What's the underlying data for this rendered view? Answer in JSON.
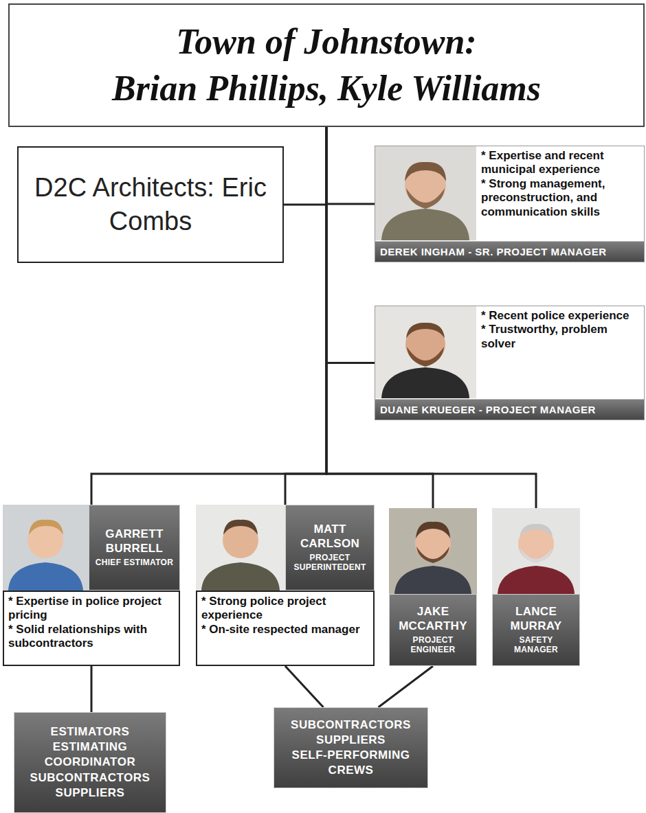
{
  "diagram": {
    "nodes": [
      {
        "text": [
          "Town of Johnstown:",
          "Brian Phillips, Kyle Williams"
        ]
      },
      {
        "text": [
          "D2C Architects: Eric Combs"
        ]
      },
      {
        "text": [
          "* Expertise and recent municipal experience",
          "* Strong management, preconstruction, and communication skills",
          "DEREK INGHAM - SR. PROJECT MANAGER"
        ]
      },
      {
        "text": [
          "* Recent police experience",
          "* Trustworthy, problem solver",
          "DUANE KRUEGER - PROJECT MANAGER"
        ]
      },
      {
        "text": [
          "GARRETT BURRELL",
          "CHIEF ESTIMATOR",
          "* Expertise in police project pricing",
          "* Solid relationships with subcontractors"
        ]
      },
      {
        "text": [
          "MATT CARLSON",
          "PROJECT SUPERINTEDENT",
          "* Strong police project experience",
          "* On-site respected manager"
        ]
      },
      {
        "text": [
          "JAKE MCCARTHY",
          "PROJECT ENGINEER"
        ]
      },
      {
        "text": [
          "LANCE MURRAY",
          "SAFETY MANAGER"
        ]
      },
      {
        "text": [
          "ESTIMATORS",
          "ESTIMATING COORDINATOR",
          "SUBCONTRACTORS",
          "SUPPLIERS"
        ]
      },
      {
        "text": [
          "SUBCONTRACTORS",
          "SUPPLIERS",
          "SELF-PERFORMING CREWS"
        ]
      }
    ],
    "edges": [
      {
        "from": 0,
        "to": 1,
        "arrow": "none"
      },
      {
        "from": 0,
        "to": 2,
        "arrow": "none"
      },
      {
        "from": 0,
        "to": 3,
        "arrow": "none"
      },
      {
        "from": 0,
        "to": 4,
        "arrow": "none"
      },
      {
        "from": 0,
        "to": 5,
        "arrow": "none"
      },
      {
        "from": 0,
        "to": 6,
        "arrow": "none"
      },
      {
        "from": 0,
        "to": 7,
        "arrow": "none"
      },
      {
        "from": 4,
        "to": 8,
        "arrow": "none"
      },
      {
        "from": 5,
        "to": 9,
        "arrow": "none"
      },
      {
        "from": 6,
        "to": 9,
        "arrow": "none"
      }
    ]
  }
}
